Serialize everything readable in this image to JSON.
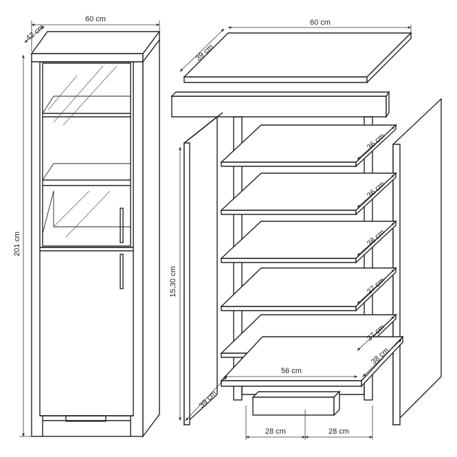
{
  "dimensions": {
    "assembled_width": "60 cm",
    "assembled_depth": "42 cm",
    "assembled_height": "201 cm",
    "top_width": "60 cm",
    "top_depth": "39 cm",
    "side_height": "15,30 cm",
    "side_depth": "39 cm",
    "shelf_1": "36 cm",
    "shelf_2": "36 cm",
    "shelf_3": "38 cm",
    "shelf_4": "37 cm",
    "shelf_5": "37 cm",
    "bottom_depth": "38 cm",
    "bottom_width": "56 cm",
    "drawer_left": "28 cm",
    "drawer_right": "28 cm"
  },
  "colors": {
    "line": "#222222",
    "background": "#ffffff"
  }
}
